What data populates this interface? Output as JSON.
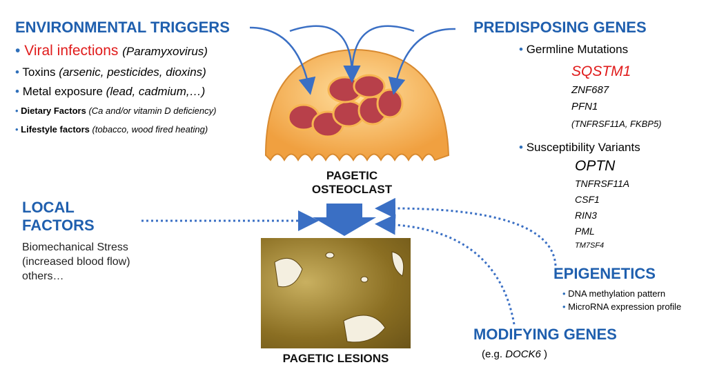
{
  "environmental": {
    "title": "ENVIRONMENTAL TRIGGERS",
    "items": [
      {
        "main": "Viral infections",
        "detail": "(Paramyxovirus)"
      },
      {
        "main": "Toxins",
        "detail": "(arsenic, pesticides, dioxins)"
      },
      {
        "main": "Metal exposure",
        "detail": "(lead, cadmium,…)"
      },
      {
        "main": "Dietary Factors",
        "detail": "(Ca and/or vitamin D deficiency)"
      },
      {
        "main": "Lifestyle factors",
        "detail": "(tobacco, wood fired heating)"
      }
    ]
  },
  "predisposing": {
    "title": "PREDISPOSING GENES",
    "germline_label": "Germline Mutations",
    "germline": [
      "SQSTM1",
      "ZNF687",
      "PFN1",
      "(TNFRSF11A, FKBP5)"
    ],
    "susceptibility_label": "Susceptibility Variants",
    "susceptibility": [
      "OPTN",
      "TNFRSF11A",
      "CSF1",
      "RIN3",
      "PML",
      "TM7SF4"
    ]
  },
  "osteoclast_label": [
    "PAGETIC",
    "OSTEOCLAST"
  ],
  "local": {
    "title": [
      "LOCAL",
      "FACTORS"
    ],
    "items": [
      "Biomechanical Stress",
      "(increased blood flow)",
      "others…"
    ]
  },
  "lesions_label": "PAGETIC LESIONS",
  "epigenetics": {
    "title": "EPIGENETICS",
    "items": [
      "DNA methylation pattern",
      "MicroRNA expression profile"
    ]
  },
  "modifying": {
    "title": "MODIFYING GENES",
    "example_prefix": "(e.g. ",
    "example_gene": "DOCK6",
    "example_suffix": " )"
  },
  "colors": {
    "heading": "#1f5fae",
    "highlight": "#e01b1b",
    "osteoclast": "#f7b552",
    "nucleus": "#b8404a"
  }
}
